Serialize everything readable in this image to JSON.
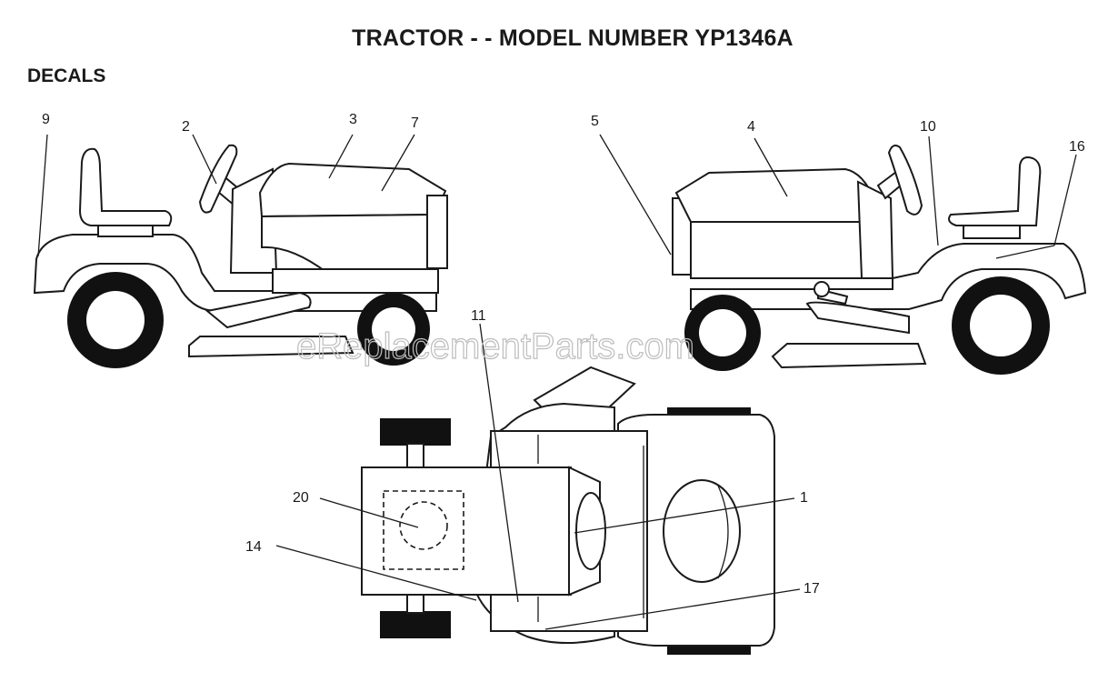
{
  "header": {
    "title": "TRACTOR - - MODEL NUMBER YP1346A",
    "section": "DECALS"
  },
  "watermark": "eReplacementParts.com",
  "callouts": [
    {
      "id": "c9",
      "label": "9"
    },
    {
      "id": "c2",
      "label": "2"
    },
    {
      "id": "c3",
      "label": "3"
    },
    {
      "id": "c7",
      "label": "7"
    },
    {
      "id": "c5",
      "label": "5"
    },
    {
      "id": "c4",
      "label": "4"
    },
    {
      "id": "c10",
      "label": "10"
    },
    {
      "id": "c16",
      "label": "16"
    },
    {
      "id": "c11",
      "label": "11"
    },
    {
      "id": "c20",
      "label": "20"
    },
    {
      "id": "c1",
      "label": "1"
    },
    {
      "id": "c14",
      "label": "14"
    },
    {
      "id": "c17",
      "label": "17"
    }
  ]
}
